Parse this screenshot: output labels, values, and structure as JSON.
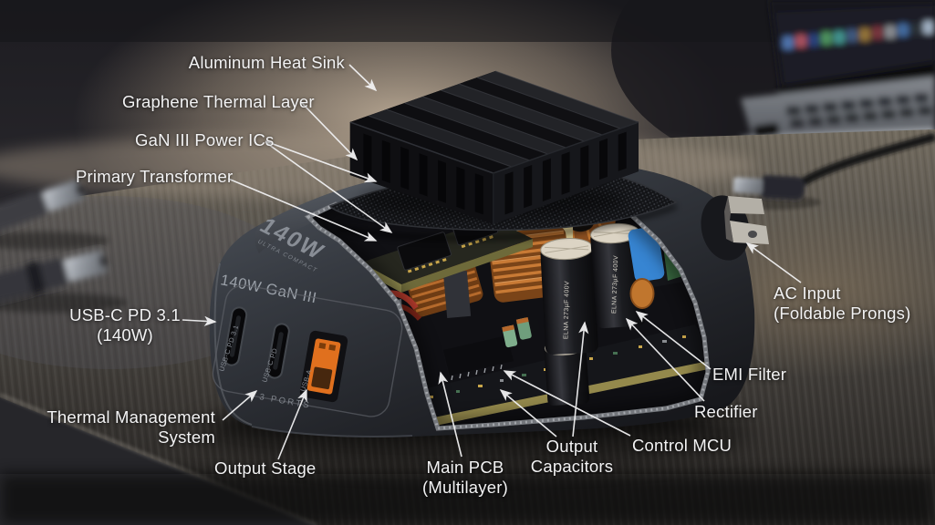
{
  "labels": [
    {
      "id": "aluminum-heat-sink",
      "text": "Aluminum Heat Sink"
    },
    {
      "id": "graphene-thermal-layer",
      "text": "Graphene Thermal Layer"
    },
    {
      "id": "gan-power-ics",
      "text": "GaN III Power ICs"
    },
    {
      "id": "primary-transformer",
      "text": "Primary Transformer"
    },
    {
      "id": "usb-c-pd",
      "text": "USB-C PD 3.1\n(140W)"
    },
    {
      "id": "thermal-management",
      "text": "Thermal Management\nSystem"
    },
    {
      "id": "output-stage",
      "text": "Output Stage"
    },
    {
      "id": "main-pcb",
      "text": "Main PCB\n(Multilayer)"
    },
    {
      "id": "output-capacitors",
      "text": "Output\nCapacitors"
    },
    {
      "id": "control-mcu",
      "text": "Control MCU"
    },
    {
      "id": "rectifier",
      "text": "Rectifier"
    },
    {
      "id": "emi-filter",
      "text": "EMI Filter"
    },
    {
      "id": "ac-input",
      "text": "AC Input\n(Foldable Prongs)"
    }
  ],
  "device": {
    "top_wattage": "140W",
    "top_tagline": "ULTRA COMPACT",
    "front_marking": "140W GaN III",
    "ports_caption": "3 PORTS",
    "port1_label": "USB-C PD 3.1",
    "port2_label": "USB-C PD",
    "port3_label": "USB-A",
    "capacitor_marking": "ELNA 273µF 400V"
  },
  "colors": {
    "accent_orange": "#e0701e",
    "capacitor_blue": "#3785d2",
    "pcb_gold": "#94894c",
    "copper": "#b5682c",
    "body_gunmetal": "#34373d",
    "label_white": "#f2f2f3"
  }
}
